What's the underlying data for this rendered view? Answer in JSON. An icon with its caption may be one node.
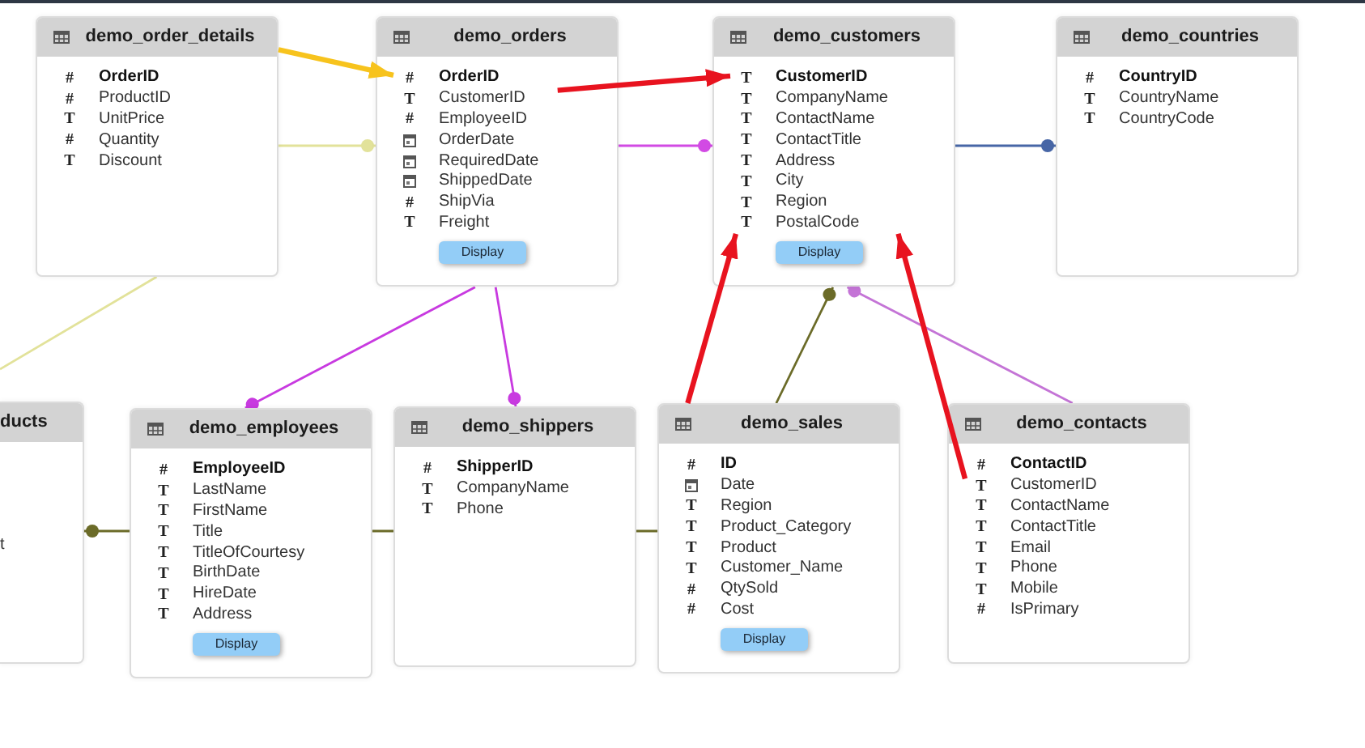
{
  "diagram": {
    "nodes": [
      {
        "text": [
          "demo_order_details"
        ]
      },
      {
        "text": [
          "#",
          "OrderID"
        ],
        "in": 0
      },
      {
        "text": [
          "#",
          "ProductID"
        ],
        "in": 0
      },
      {
        "text": [
          "T",
          "UnitPrice"
        ],
        "in": 0
      },
      {
        "text": [
          "#",
          "Quantity"
        ],
        "in": 0
      },
      {
        "text": [
          "T",
          "Discount"
        ],
        "in": 0
      },
      {
        "text": [
          "demo_orders",
          "Display"
        ]
      },
      {
        "text": [
          "#",
          "OrderID"
        ],
        "in": 6
      },
      {
        "text": [
          "T",
          "CustomerID"
        ],
        "in": 6
      },
      {
        "text": [
          "#",
          "EmployeeID"
        ],
        "in": 6
      },
      {
        "text": [
          "OrderDate"
        ],
        "in": 6
      },
      {
        "text": [
          "RequiredDate"
        ],
        "in": 6
      },
      {
        "text": [
          "ShippedDate"
        ],
        "in": 6
      },
      {
        "text": [
          "#",
          "ShipVia"
        ],
        "in": 6
      },
      {
        "text": [
          "T",
          "Freight"
        ],
        "in": 6
      },
      {
        "text": [
          "demo_customers",
          "Display"
        ]
      },
      {
        "text": [
          "T",
          "CustomerID"
        ],
        "in": 15
      },
      {
        "text": [
          "T",
          "CompanyName"
        ],
        "in": 15
      },
      {
        "text": [
          "T",
          "ContactName"
        ],
        "in": 15
      },
      {
        "text": [
          "T",
          "ContactTitle"
        ],
        "in": 15
      },
      {
        "text": [
          "T",
          "Address"
        ],
        "in": 15
      },
      {
        "text": [
          "T",
          "City"
        ],
        "in": 15
      },
      {
        "text": [
          "T",
          "Region"
        ],
        "in": 15
      },
      {
        "text": [
          "T",
          "PostalCode"
        ],
        "in": 15
      },
      {
        "text": [
          "demo_countries"
        ]
      },
      {
        "text": [
          "#",
          "CountryID"
        ],
        "in": 24
      },
      {
        "text": [
          "T",
          "CountryName"
        ],
        "in": 24
      },
      {
        "text": [
          "T",
          "CountryCode"
        ],
        "in": 24
      },
      {
        "text": [
          "ducts"
        ]
      },
      {
        "text": [
          "demo_employees",
          "Display"
        ]
      },
      {
        "text": [
          "#",
          "EmployeeID"
        ],
        "in": 29
      },
      {
        "text": [
          "T",
          "LastName"
        ],
        "in": 29
      },
      {
        "text": [
          "T",
          "FirstName"
        ],
        "in": 29
      },
      {
        "text": [
          "T",
          "Title"
        ],
        "in": 29
      },
      {
        "text": [
          "T",
          "TitleOfCourtesy"
        ],
        "in": 29
      },
      {
        "text": [
          "T",
          "BirthDate"
        ],
        "in": 29
      },
      {
        "text": [
          "T",
          "HireDate"
        ],
        "in": 29
      },
      {
        "text": [
          "T",
          "Address"
        ],
        "in": 29
      },
      {
        "text": [
          "demo_shippers"
        ]
      },
      {
        "text": [
          "#",
          "ShipperID"
        ],
        "in": 38
      },
      {
        "text": [
          "T",
          "CompanyName"
        ],
        "in": 38
      },
      {
        "text": [
          "T",
          "Phone"
        ],
        "in": 38
      },
      {
        "text": [
          "demo_sales",
          "Display"
        ]
      },
      {
        "text": [
          "#",
          "ID"
        ],
        "in": 42
      },
      {
        "text": [
          "Date"
        ],
        "in": 42
      },
      {
        "text": [
          "T",
          "Region"
        ],
        "in": 42
      },
      {
        "text": [
          "T",
          "Product_Category"
        ],
        "in": 42
      },
      {
        "text": [
          "T",
          "Product"
        ],
        "in": 42
      },
      {
        "text": [
          "T",
          "Customer_Name"
        ],
        "in": 42
      },
      {
        "text": [
          "#",
          "QtySold"
        ],
        "in": 42
      },
      {
        "text": [
          "#",
          "Cost"
        ],
        "in": 42
      },
      {
        "text": [
          "demo_contacts"
        ]
      },
      {
        "text": [
          "#",
          "ContactID"
        ],
        "in": 51
      },
      {
        "text": [
          "T",
          "CustomerID"
        ],
        "in": 51
      },
      {
        "text": [
          "T",
          "ContactName"
        ],
        "in": 51
      },
      {
        "text": [
          "T",
          "ContactTitle"
        ],
        "in": 51
      },
      {
        "text": [
          "T",
          "Email"
        ],
        "in": 51
      },
      {
        "text": [
          "T",
          "Phone"
        ],
        "in": 51
      },
      {
        "text": [
          "T",
          "Mobile"
        ],
        "in": 51
      },
      {
        "text": [
          "#",
          "IsPrimary"
        ],
        "in": 51
      }
    ],
    "edges": [
      {
        "from": 0,
        "to": 6,
        "arrow": "other",
        "color": "#e2e29a"
      },
      {
        "from": 6,
        "to": 15,
        "arrow": "other",
        "color": "#d24ae4"
      },
      {
        "from": 15,
        "to": 24,
        "arrow": "other",
        "color": "#4766a6"
      },
      {
        "from": 0,
        "to": null,
        "arrow": "none",
        "color": "#e2e29a"
      },
      {
        "from": 6,
        "to": 29,
        "arrow": "other",
        "color": "#c83ae0"
      },
      {
        "from": 6,
        "to": 38,
        "arrow": "other",
        "color": "#c83ae0"
      },
      {
        "from": 42,
        "to": 28,
        "arrow": "other",
        "color": "#6b6b28"
      },
      {
        "from": 42,
        "to": 15,
        "arrow": "other",
        "color": "#6b6b28"
      },
      {
        "from": 51,
        "to": 15,
        "arrow": "other",
        "color": "#c474d6"
      },
      {
        "from": 0,
        "to": 7,
        "arrow": "to",
        "style": "thick",
        "color": "#f7c31d"
      },
      {
        "from": 8,
        "to": 16,
        "arrow": "to",
        "style": "thick"
      },
      {
        "from": 42,
        "to": 23,
        "arrow": "to",
        "style": "thick"
      },
      {
        "from": 53,
        "to": 23,
        "arrow": "to",
        "style": "thick"
      }
    ],
    "labels": [
      "t"
    ]
  }
}
